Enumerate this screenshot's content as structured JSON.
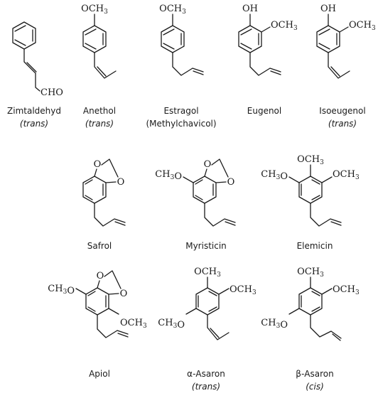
{
  "compounds": [
    {
      "name": "Zimtaldehyd",
      "note": "(trans)",
      "groups": {
        "cho": "CHO"
      }
    },
    {
      "name": "Anethol",
      "note": "(trans)",
      "groups": {
        "top": "OCH3"
      }
    },
    {
      "name": "Estragol",
      "note": "(Methylchavicol)",
      "groups": {
        "top": "OCH3"
      }
    },
    {
      "name": "Eugenol",
      "groups": {
        "oh": "OH",
        "right": "OCH3"
      }
    },
    {
      "name": "Isoeugenol",
      "note": "(trans)",
      "groups": {
        "oh": "OH",
        "right": "OCH3"
      }
    },
    {
      "name": "Safrol",
      "groups": {
        "o1": "O",
        "o2": "O"
      }
    },
    {
      "name": "Myristicin",
      "groups": {
        "left": "CH3O",
        "o1": "O",
        "o2": "O"
      }
    },
    {
      "name": "Elemicin",
      "groups": {
        "left": "CH3O",
        "top": "OCH3",
        "right": "OCH3"
      }
    },
    {
      "name": "Apiol",
      "groups": {
        "left": "CH3O",
        "o1": "O",
        "o2": "O",
        "lowerright": "OCH3"
      }
    },
    {
      "name": "α-Asaron",
      "note": "(trans)",
      "groups": {
        "top": "OCH3",
        "right": "OCH3",
        "left": "CH3O"
      }
    },
    {
      "name": "β-Asaron",
      "note": "(cis)",
      "groups": {
        "top": "OCH3",
        "right": "OCH3",
        "left": "CH3O"
      }
    }
  ]
}
